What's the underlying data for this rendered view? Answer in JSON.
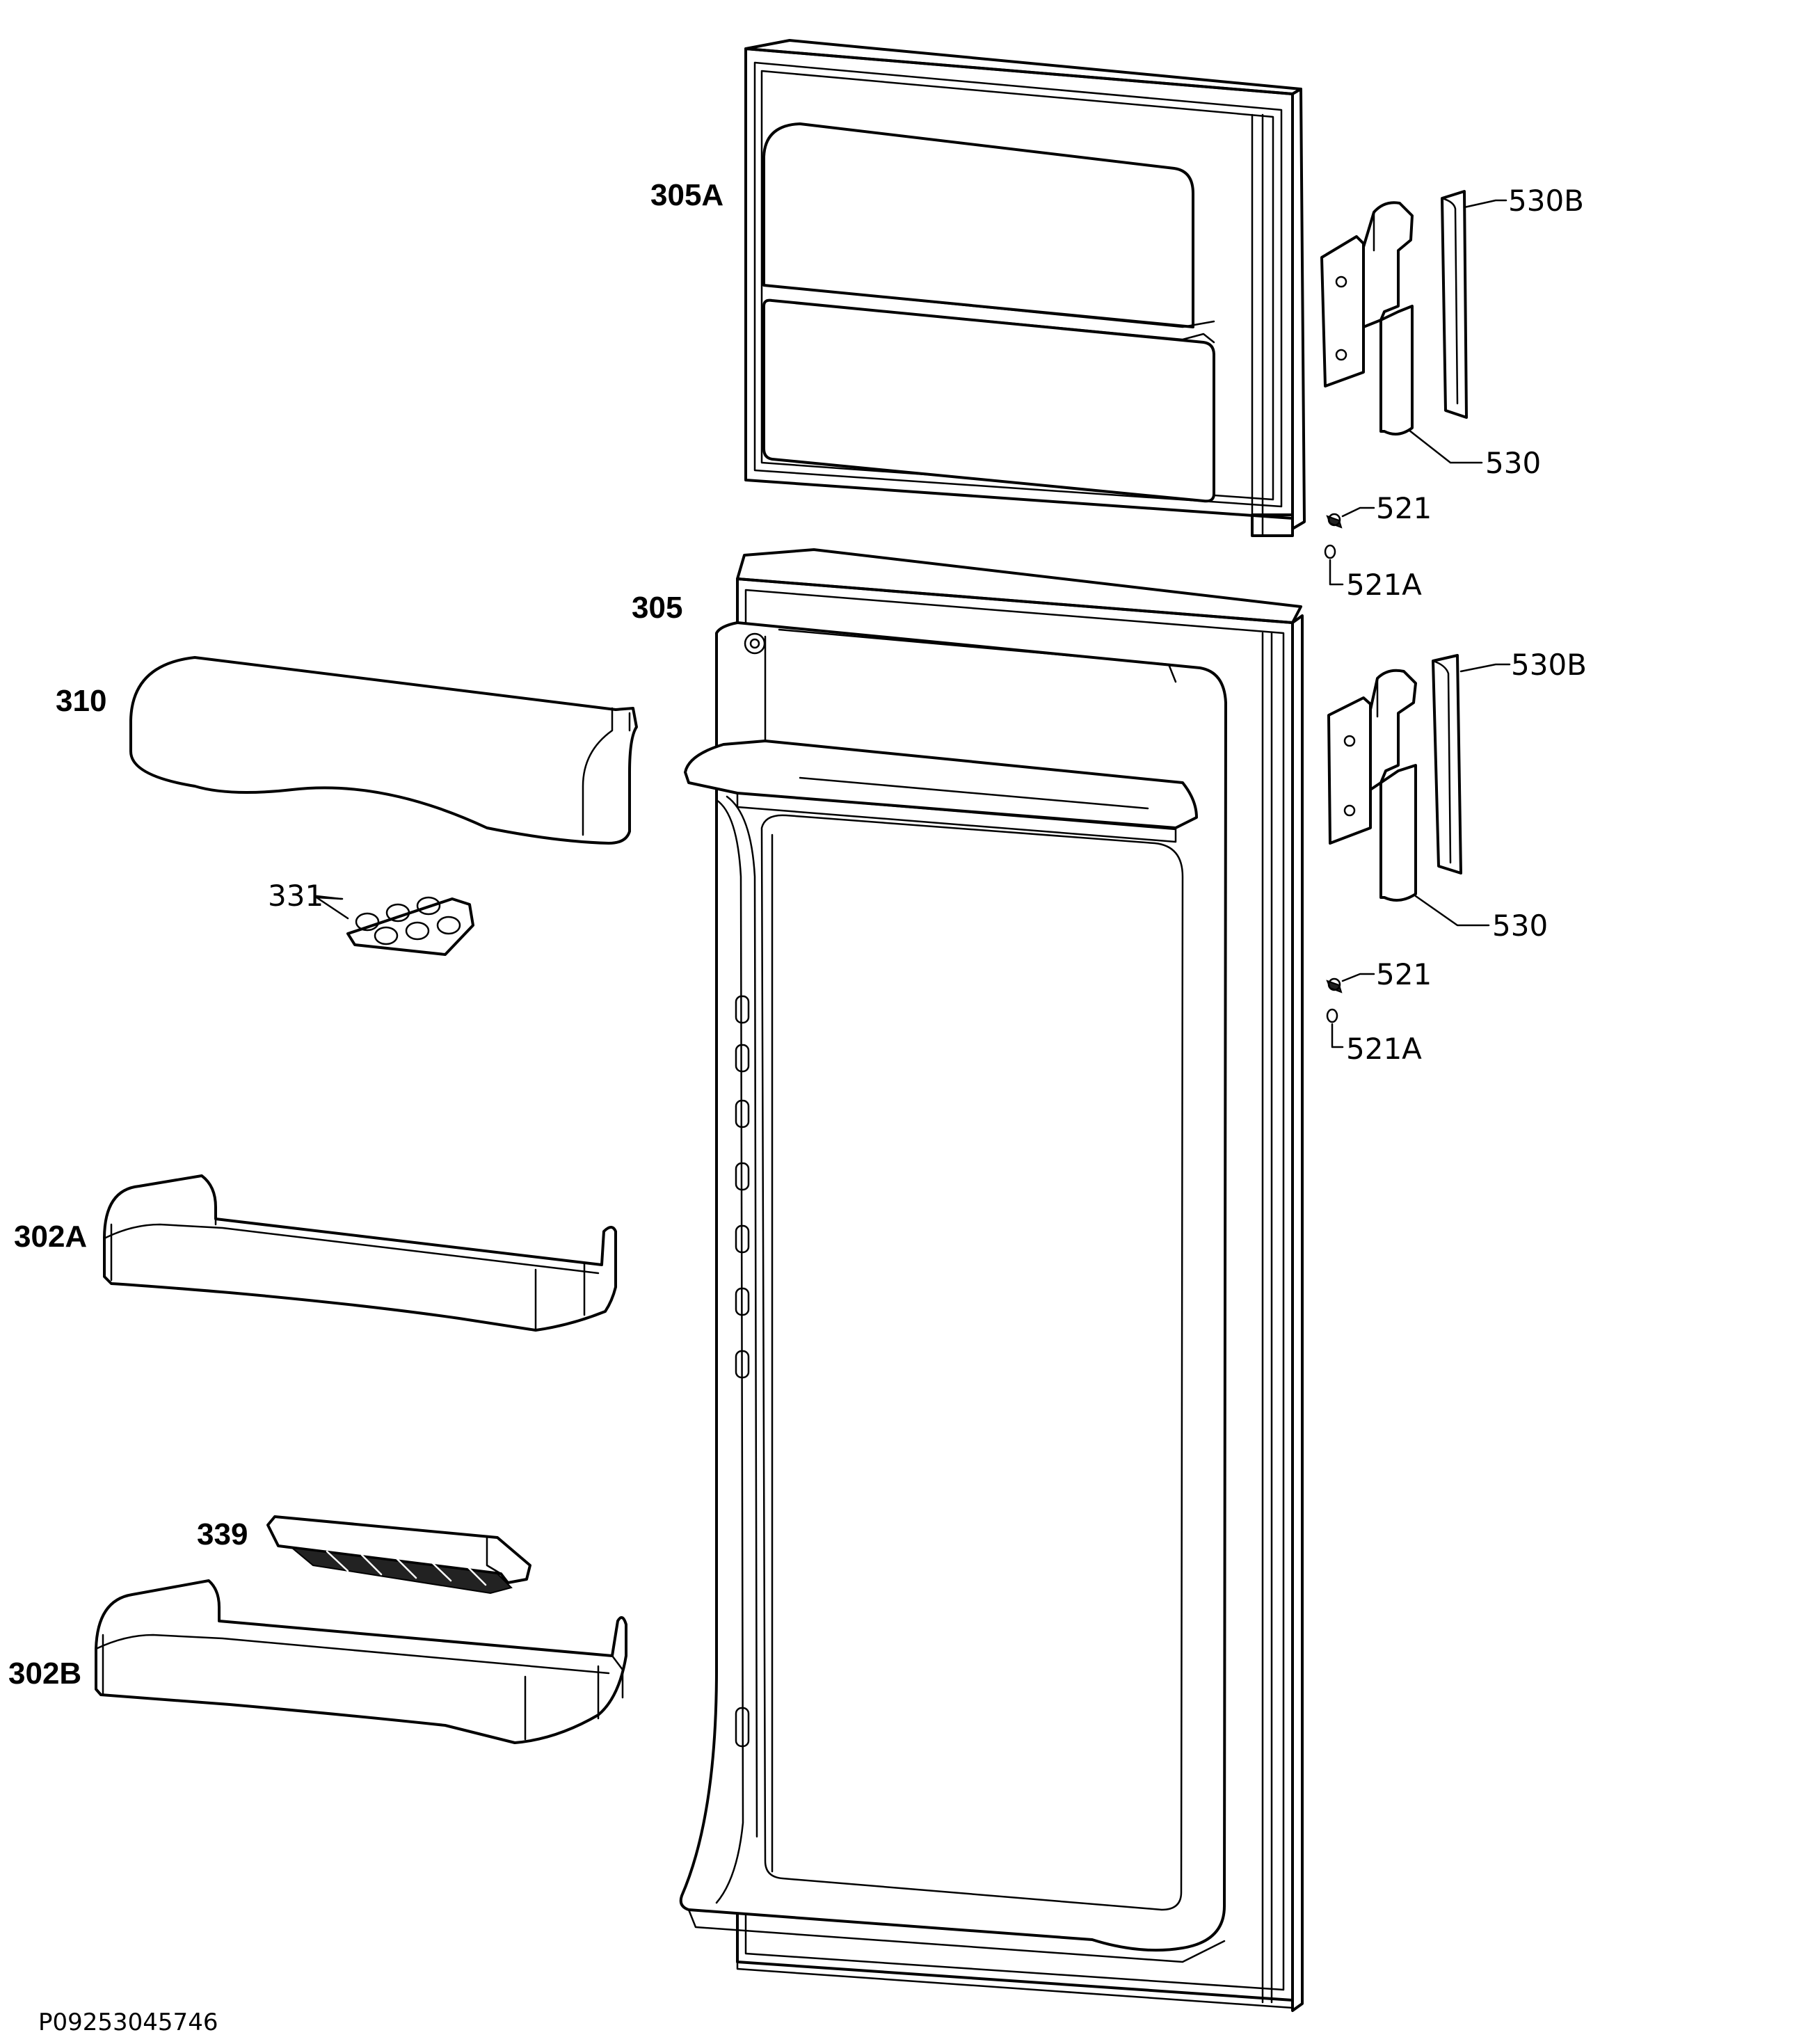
{
  "diagram": {
    "labels": {
      "freezer_door": "305A",
      "fridge_door": "305",
      "dairy_cover": "310",
      "egg_tray": "331",
      "door_shelf_upper": "302A",
      "bottle_retainer": "339",
      "door_shelf_lower": "302B",
      "hinge_cover_top": "530B",
      "hinge_top": "530",
      "screw_top": "521",
      "washer_top": "521A",
      "hinge_cover_mid": "530B",
      "hinge_mid": "530",
      "screw_mid": "521",
      "washer_mid": "521A"
    },
    "drawing_code": "P09253045746"
  }
}
